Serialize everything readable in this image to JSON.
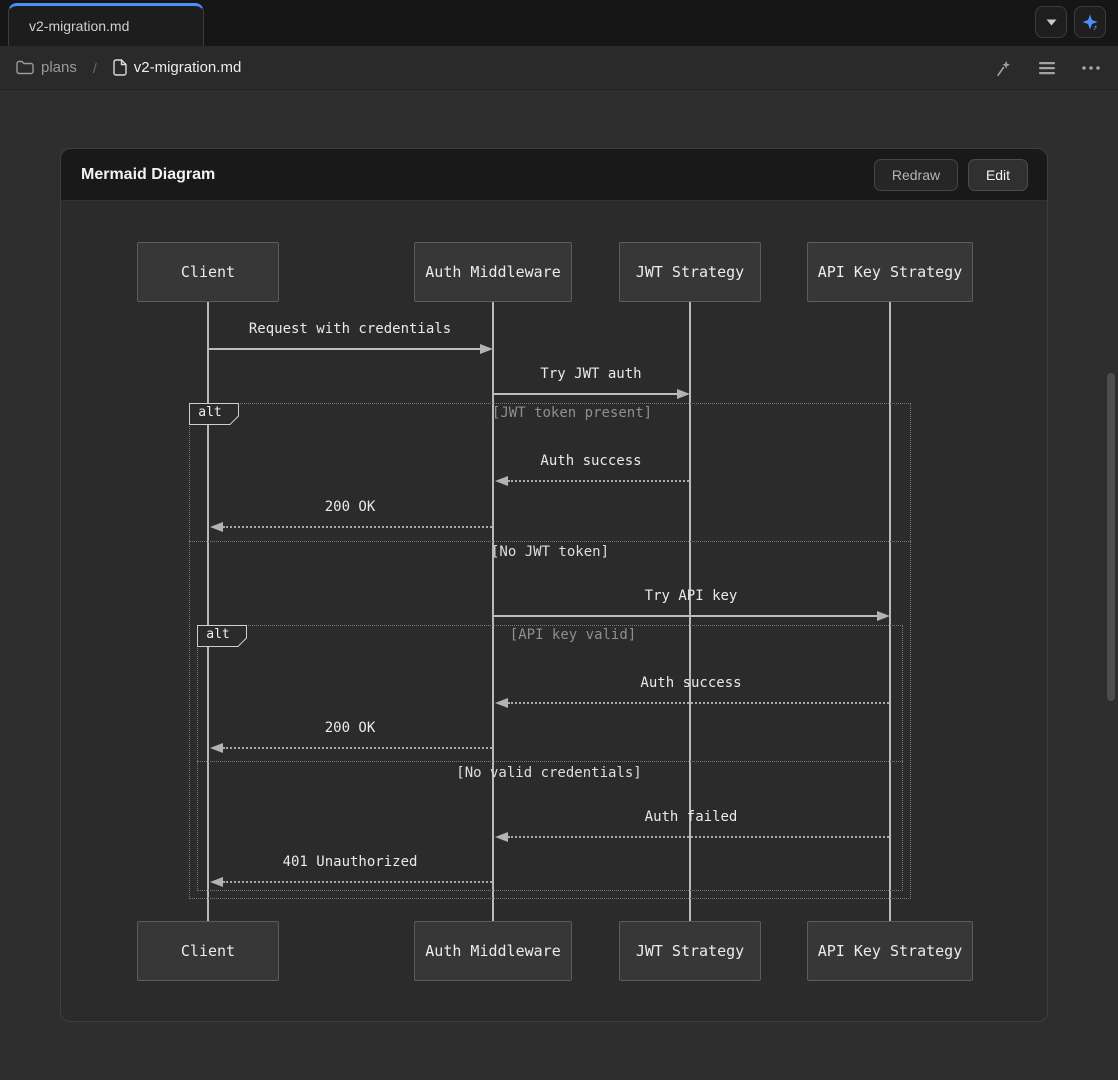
{
  "tab_bar": {
    "tabs": [
      {
        "label": "v2-migration.md",
        "active": true
      }
    ]
  },
  "breadcrumb": {
    "folder_label": "plans",
    "separator": "/",
    "file_label": "v2-migration.md"
  },
  "panel": {
    "title": "Mermaid Diagram",
    "redraw_label": "Redraw",
    "edit_label": "Edit"
  },
  "diagram": {
    "type": "sequence",
    "participants": [
      "Client",
      "Auth Middleware",
      "JWT Strategy",
      "API Key Strategy"
    ],
    "messages": [
      {
        "from": "Client",
        "to": "Auth Middleware",
        "label": "Request with credentials",
        "style": "solid"
      },
      {
        "from": "Auth Middleware",
        "to": "JWT Strategy",
        "label": "Try JWT auth",
        "style": "solid"
      },
      {
        "from": "JWT Strategy",
        "to": "Auth Middleware",
        "label": "Auth success",
        "style": "dashed"
      },
      {
        "from": "Auth Middleware",
        "to": "Client",
        "label": "200 OK",
        "style": "dashed"
      },
      {
        "from": "Auth Middleware",
        "to": "API Key Strategy",
        "label": "Try API key",
        "style": "solid"
      },
      {
        "from": "API Key Strategy",
        "to": "Auth Middleware",
        "label": "Auth success",
        "style": "dashed"
      },
      {
        "from": "Auth Middleware",
        "to": "Client",
        "label": "200 OK",
        "style": "dashed"
      },
      {
        "from": "API Key Strategy",
        "to": "Auth Middleware",
        "label": "Auth failed",
        "style": "dashed"
      },
      {
        "from": "Auth Middleware",
        "to": "Client",
        "label": "401 Unauthorized",
        "style": "dashed"
      }
    ],
    "alts": [
      {
        "label": "alt",
        "conditions": [
          "[JWT token present]",
          "[No JWT token]"
        ]
      },
      {
        "label": "alt",
        "conditions": [
          "[API key valid]",
          "[No valid credentials]"
        ]
      }
    ]
  },
  "icons": {
    "tab_dropdown": "chevron-down",
    "tab_new": "sparkle",
    "toolbar_ai": "sparkle-wand",
    "toolbar_menu": "hamburger-menu",
    "toolbar_more": "ellipsis",
    "breadcrumb_folder": "folder",
    "breadcrumb_file": "file-document"
  },
  "colors": {
    "accent_blue": "#4d8ef7",
    "page_bg": "#2e2e2e",
    "panel_header_bg": "#191919",
    "participant_fill": "#373737",
    "participant_border": "#5c5c5c",
    "diagram_text": "#eaeaea",
    "condition_dim": "#8f8f8f"
  }
}
